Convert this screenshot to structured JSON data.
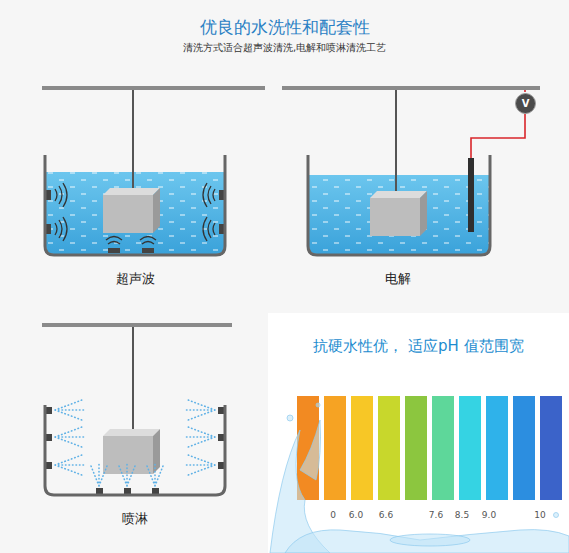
{
  "diagram": {
    "title": "优良的水洗性和配套性",
    "nodes": [
      {
        "text": [
          "超声波"
        ]
      },
      {
        "text": [
          "电解"
        ]
      },
      {
        "text": [
          "V"
        ]
      },
      {
        "text": [
          "喷淋"
        ]
      },
      {
        "text": [
          "抗硬水性优， 适应pH 值范围宽"
        ]
      }
    ],
    "labels": [
      "清洗方式适合超声波清洗,电解和喷淋清洗工艺",
      "0",
      "6.0",
      "6.6",
      "7.6",
      "8.5",
      "9.0",
      "10"
    ]
  }
}
